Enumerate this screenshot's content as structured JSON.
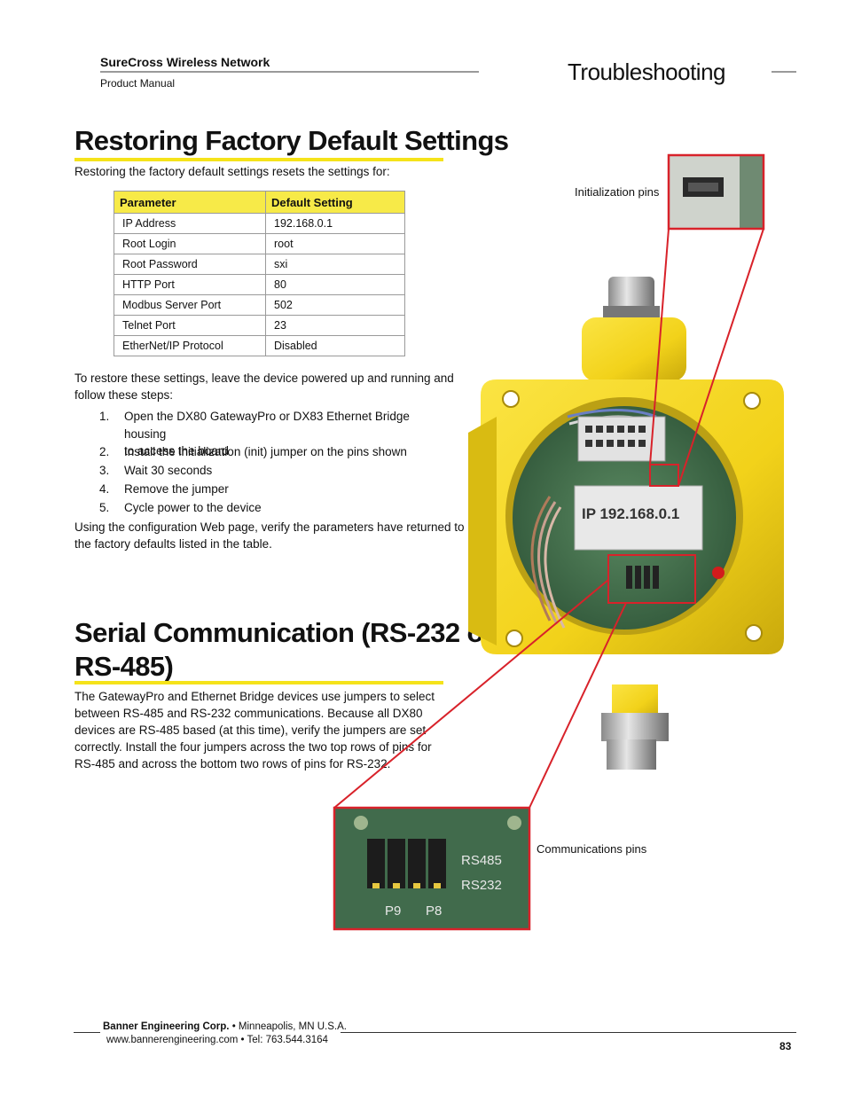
{
  "header": {
    "title": "SureCross Wireless Network",
    "subtitle": "Product Manual",
    "section": "Troubleshooting"
  },
  "factory": {
    "heading": "Restoring Factory Default Settings",
    "intro": "Restoring the factory default settings resets the settings for:",
    "table": {
      "headers": [
        "Parameter",
        "Default Setting"
      ],
      "rows": [
        [
          "IP Address",
          "192.168.0.1"
        ],
        [
          "Root Login",
          "root"
        ],
        [
          "Root Password",
          "sxi"
        ],
        [
          "HTTP Port",
          "80"
        ],
        [
          "Modbus Server Port",
          "502"
        ],
        [
          "Telnet Port",
          "23"
        ],
        [
          "EtherNet/IP Protocol",
          "Disabled"
        ]
      ]
    },
    "para1_line1": "To restore these settings, leave the device powered up and running and",
    "para1_line2": "follow these steps:",
    "steps": [
      {
        "num": "1.",
        "line1": "Open the DX80 GatewayPro or DX83 Ethernet Bridge housing",
        "line2": "to access the board"
      },
      {
        "num": "2.",
        "line1": "Install the initialization (init) jumper on the pins shown",
        "line2": ""
      },
      {
        "num": "3.",
        "line1": "Wait 30 seconds",
        "line2": ""
      },
      {
        "num": "4.",
        "line1": "Remove the jumper",
        "line2": ""
      },
      {
        "num": "5.",
        "line1": "Cycle power to the device",
        "line2": ""
      }
    ],
    "para2_line1": "Using the configuration Web page, verify the parameters have returned to",
    "para2_line2": "the factory defaults listed in the table."
  },
  "serial": {
    "heading_line1": "Serial Communication (RS-232 or",
    "heading_line2": "RS-485)",
    "lines": [
      "The GatewayPro and Ethernet Bridge devices use jumpers to select",
      "between RS-485 and RS-232 communications. Because all DX80",
      "devices are RS-485 based (at this time), verify the jumpers are set",
      "correctly. Install the four jumpers across the two top rows of pins for",
      "RS-485 and across the bottom two rows of pins for RS-232."
    ]
  },
  "figure": {
    "init_label": "Initialization pins",
    "comm_label": "Communications pins",
    "ip_label": "IP 192.168.0.1",
    "rs485": "RS485",
    "rs232": "RS232",
    "p9": "P9",
    "p8": "P8",
    "colors": {
      "housing": "#f2d41a",
      "board": "#3f6b48",
      "callout": "#d8222a"
    }
  },
  "footer": {
    "company": "Banner Engineering Corp.",
    "location": " • Minneapolis, MN U.S.A.",
    "contact": "www.bannerengineering.com  •  Tel: 763.544.3164",
    "page": "83"
  }
}
